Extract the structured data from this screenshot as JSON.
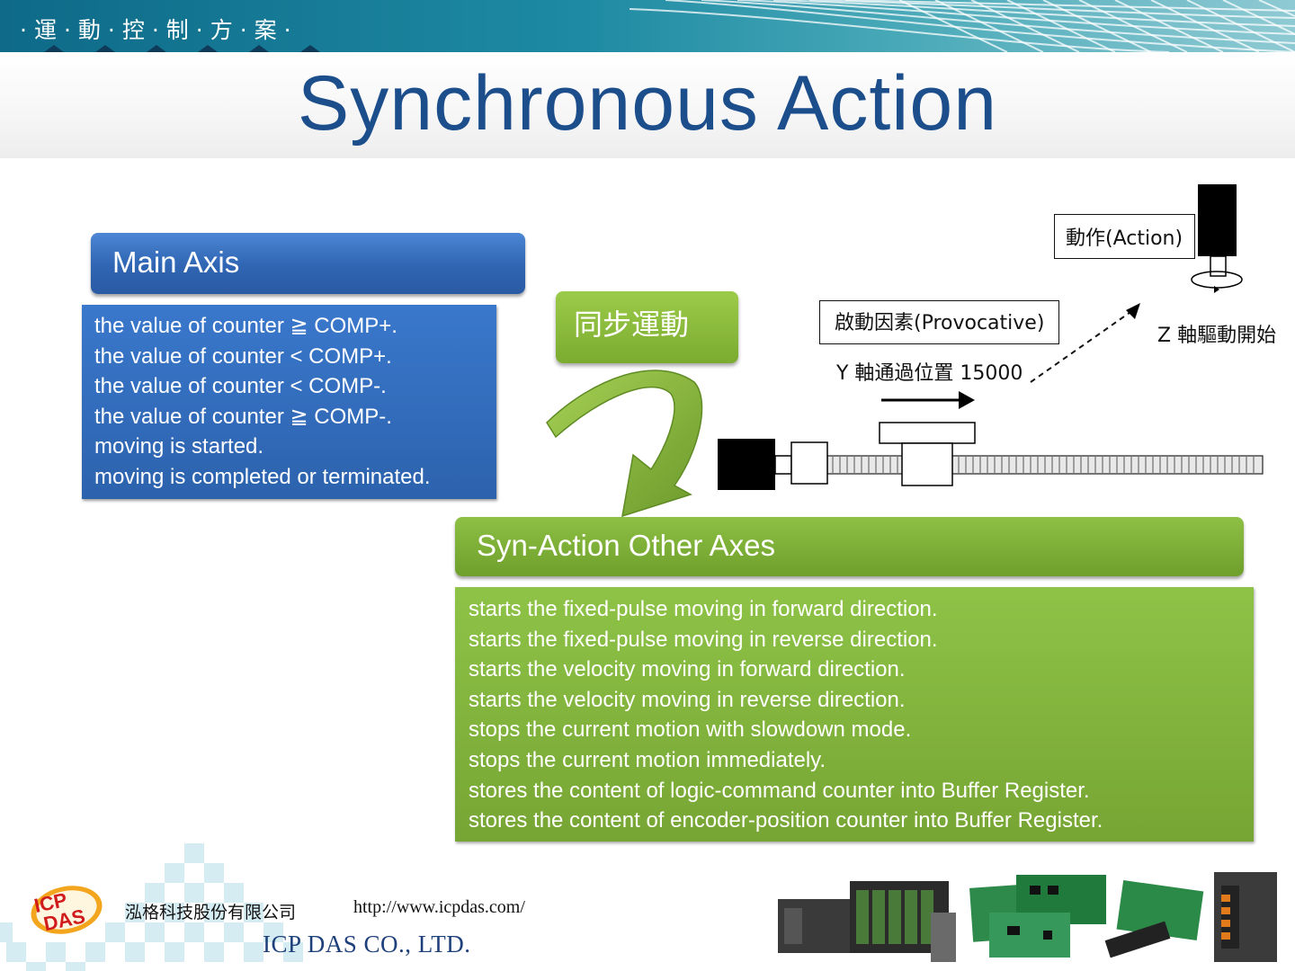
{
  "header": {
    "banner_label": "·運·動·控·制·方·案·",
    "title": "Synchronous Action"
  },
  "main_axis": {
    "title": "Main Axis",
    "conditions": [
      "the value of counter ≧ COMP+.",
      "the value of counter < COMP+.",
      "the value of counter < COMP-.",
      "the value of counter ≧ COMP-.",
      "moving is started.",
      "moving is completed or terminated."
    ]
  },
  "sync_badge": {
    "label": "同步運動"
  },
  "other_axes": {
    "title": "Syn-Action Other Axes",
    "actions": [
      "starts the fixed-pulse moving in forward direction.",
      "starts the fixed-pulse moving in reverse direction.",
      "starts the velocity moving in forward direction.",
      "starts the velocity moving in reverse direction.",
      "stops the current motion with slowdown mode.",
      "stops the current motion immediately.",
      "stores the content of logic-command counter into Buffer Register.",
      "stores the content of encoder-position counter into Buffer Register."
    ]
  },
  "diagram": {
    "action_label": "動作(Action)",
    "provocative_label": "啟動因素(Provocative)",
    "y_axis_label": "Y 軸通過位置 15000",
    "z_axis_label": "Z 軸驅動開始"
  },
  "footer": {
    "logo_text": "ICP DAS",
    "company_cn": "泓格科技股份有限公司",
    "url": "http://www.icpdas.com/",
    "company_en": "ICP DAS CO., LTD."
  },
  "colors": {
    "title": "#1d4e8c",
    "blue_box": "#2f65b3",
    "green_box": "#7bab2f",
    "banner": "#1e8aa3"
  }
}
